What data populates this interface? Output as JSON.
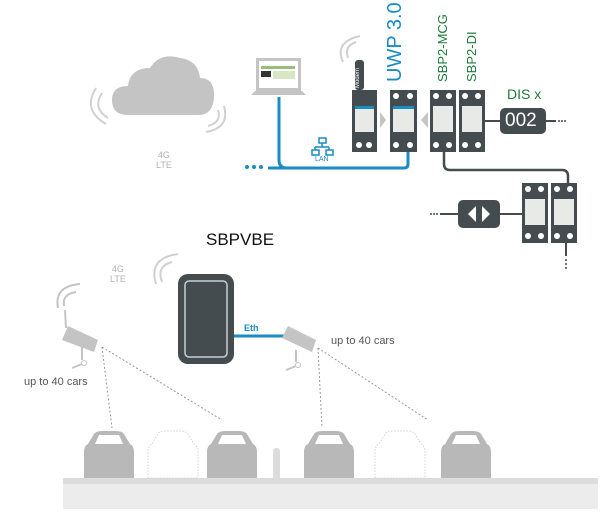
{
  "cloud": {
    "lte_label_line1": "4G",
    "lte_label_line2": "LTE"
  },
  "network": {
    "lan_label": "LAN"
  },
  "devices": {
    "modem_label": "Modem",
    "uwp_label": "UWP 3.0",
    "sbp2_mcg_label": "SBP2-MCG",
    "sbp2_di_label": "SBP2-DI",
    "dis_label": "DIS x",
    "dis_display": "002"
  },
  "gateway": {
    "title": "SBPVBE",
    "lte_label_line1": "4G",
    "lte_label_line2": "LTE",
    "eth_label": "Eth"
  },
  "cameras": [
    {
      "label": "up to 40 cars"
    },
    {
      "label": "up to 40 cars"
    }
  ],
  "parking": {
    "spots": [
      "occupied",
      "free",
      "occupied",
      "occupied",
      "free",
      "occupied"
    ]
  },
  "colors": {
    "accent_blue": "#1a8cc4",
    "device_dark": "#454c50",
    "light_gray": "#c4c4c4",
    "label_green": "#1e7a3a"
  }
}
